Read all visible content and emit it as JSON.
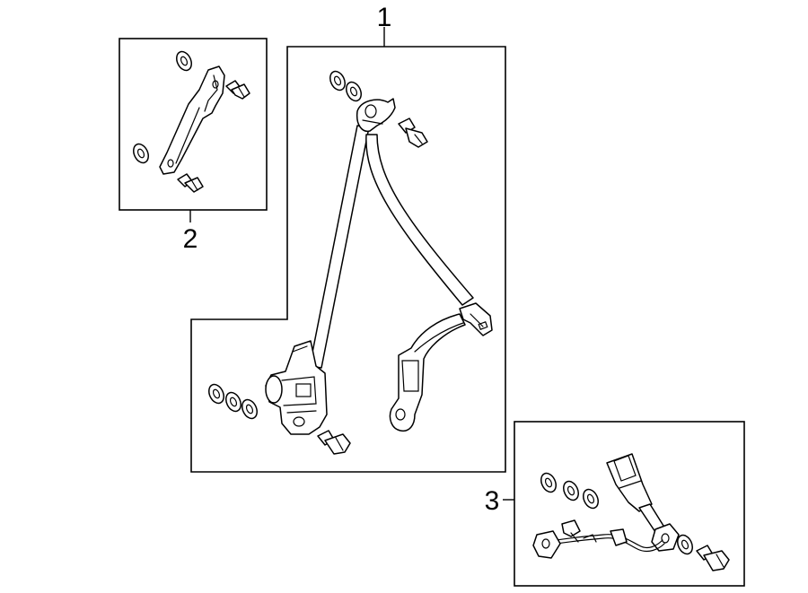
{
  "callouts": {
    "seat_belt_assembly": "1",
    "upper_anchor_bracket": "2",
    "buckle_assembly": "3"
  }
}
